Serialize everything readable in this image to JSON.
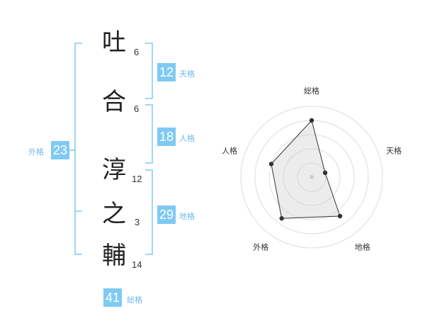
{
  "name": {
    "chars": [
      {
        "char": "吐",
        "strokes": "6"
      },
      {
        "char": "合",
        "strokes": "6"
      },
      {
        "char": "淳",
        "strokes": "12"
      },
      {
        "char": "之",
        "strokes": "3"
      },
      {
        "char": "輔",
        "strokes": "14"
      }
    ]
  },
  "kakusu": {
    "tenkaku": {
      "value": "12",
      "label": "天格"
    },
    "jinkaku": {
      "value": "18",
      "label": "人格"
    },
    "chikaku": {
      "value": "29",
      "label": "地格"
    },
    "gaikaku": {
      "value": "23",
      "label": "外格"
    },
    "soukaku": {
      "value": "41",
      "label": "総格"
    }
  },
  "accent_color": "#7fcaf3",
  "chart_data": {
    "type": "radar",
    "axes": [
      "総格",
      "天格",
      "地格",
      "外格",
      "人格"
    ],
    "values": [
      4,
      1,
      3.4,
      3.6,
      3
    ],
    "rmax": 5,
    "grid": true
  }
}
